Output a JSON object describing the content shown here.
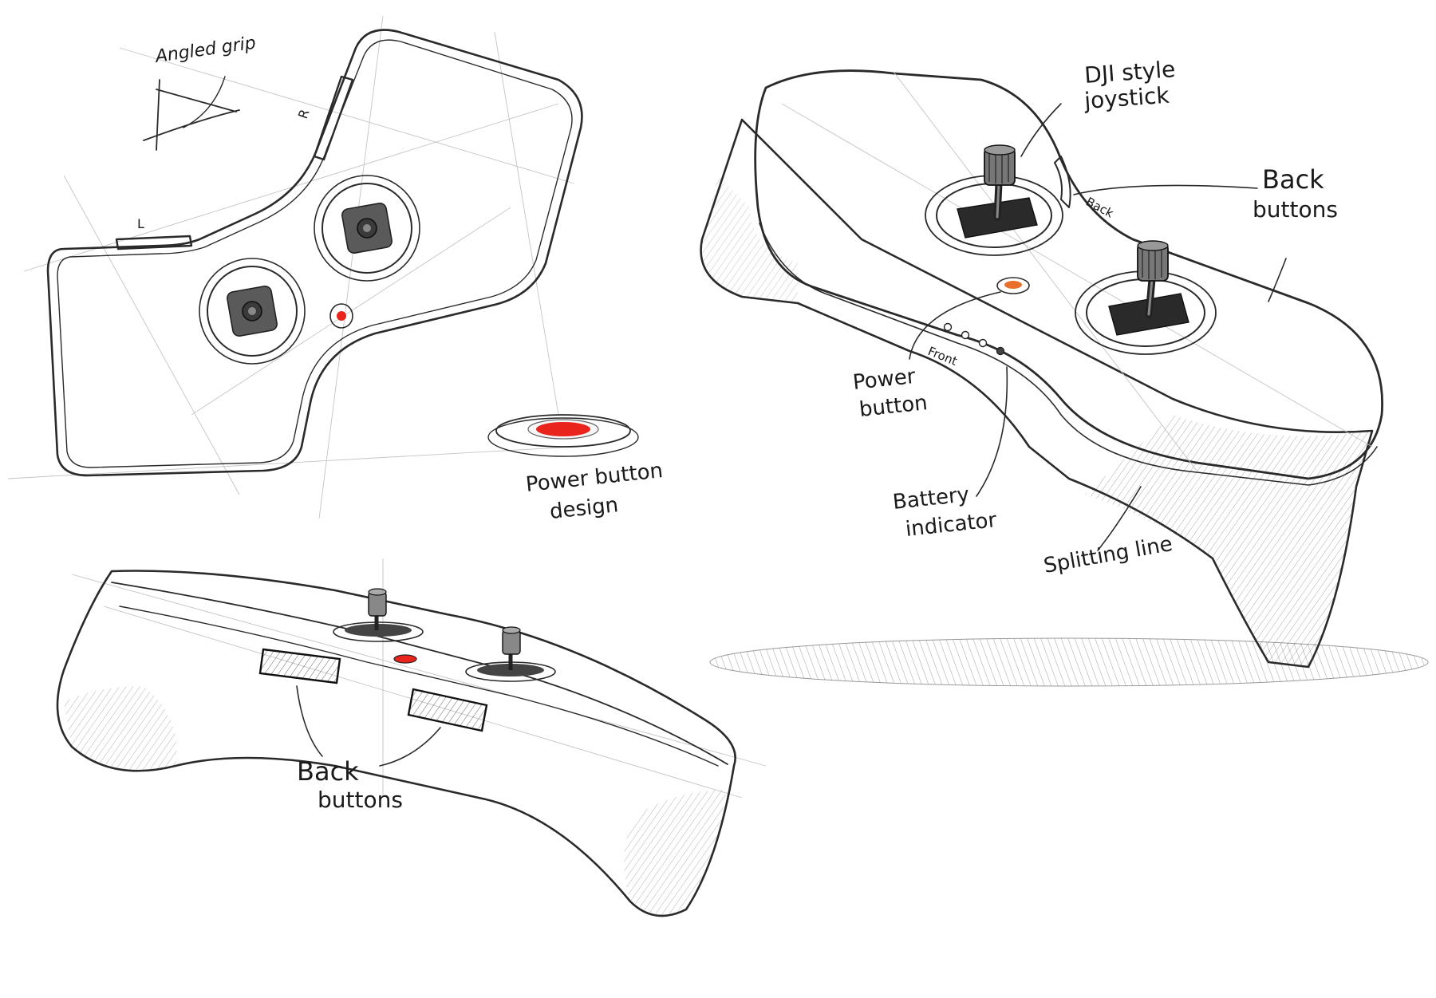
{
  "sketches": {
    "top_view": {
      "label_angled_grip": "Angled grip",
      "letter_left": "L",
      "letter_right": "R"
    },
    "power_button_detail": {
      "label_line1": "Power button",
      "label_line2": "design"
    },
    "perspective_view": {
      "label_joystick_line1": "DJI style",
      "label_joystick_line2": "joystick",
      "label_back_buttons_line1": "Back",
      "label_back_buttons_line2": "buttons",
      "label_back_side": "Back",
      "label_front_side": "Front",
      "label_power_line1": "Power",
      "label_power_line2": "button",
      "label_battery_line1": "Battery",
      "label_battery_line2": "indicator",
      "label_splitting_line": "Splitting line"
    },
    "side_view": {
      "label_back_buttons_line1": "Back",
      "label_back_buttons_line2": "buttons"
    }
  },
  "colors": {
    "power_red": "#e8241c",
    "power_orange": "#e8702a",
    "body_gray": "#e6e6e6",
    "shade_gray": "#c9c9c9",
    "ink": "#2a2a2a"
  }
}
